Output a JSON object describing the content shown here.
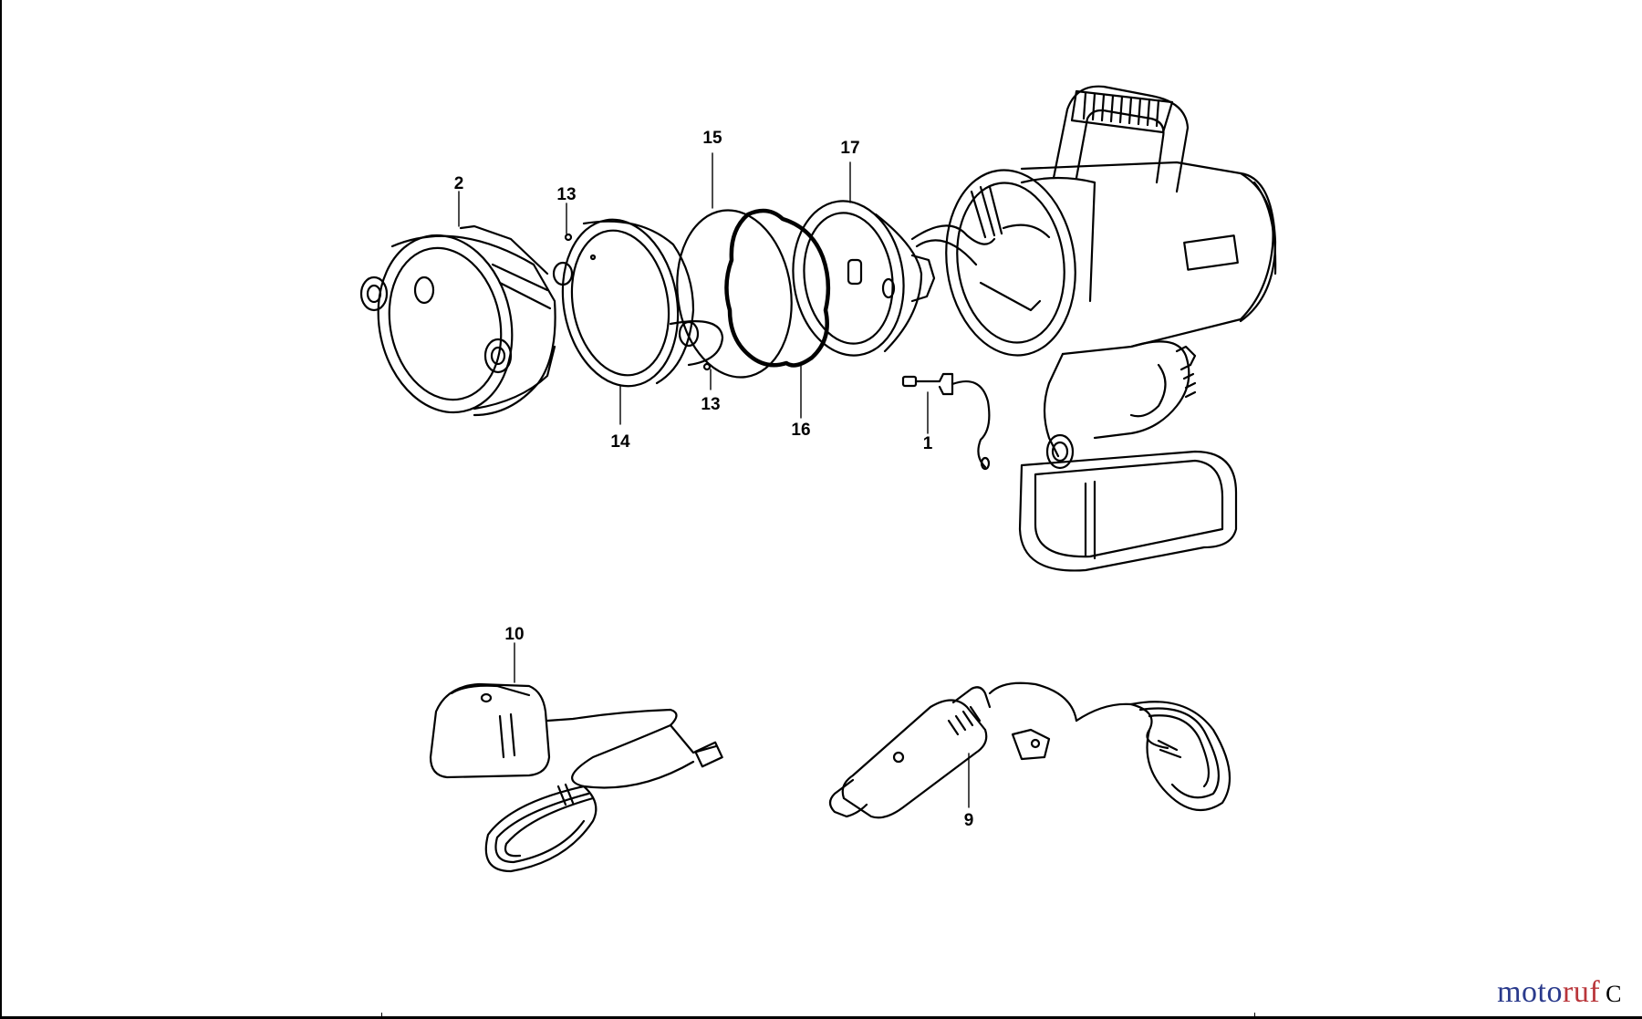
{
  "diagram": {
    "part_labels": {
      "p1": "1",
      "p2": "2",
      "p9": "9",
      "p10": "10",
      "p13a": "13",
      "p13b": "13",
      "p14": "14",
      "p15": "15",
      "p16": "16",
      "p17": "17"
    },
    "colors": {
      "line": "#000000",
      "background": "#ffffff"
    }
  },
  "watermark": {
    "part1": "moto",
    "part2": "ruf",
    "suffix": "C"
  }
}
